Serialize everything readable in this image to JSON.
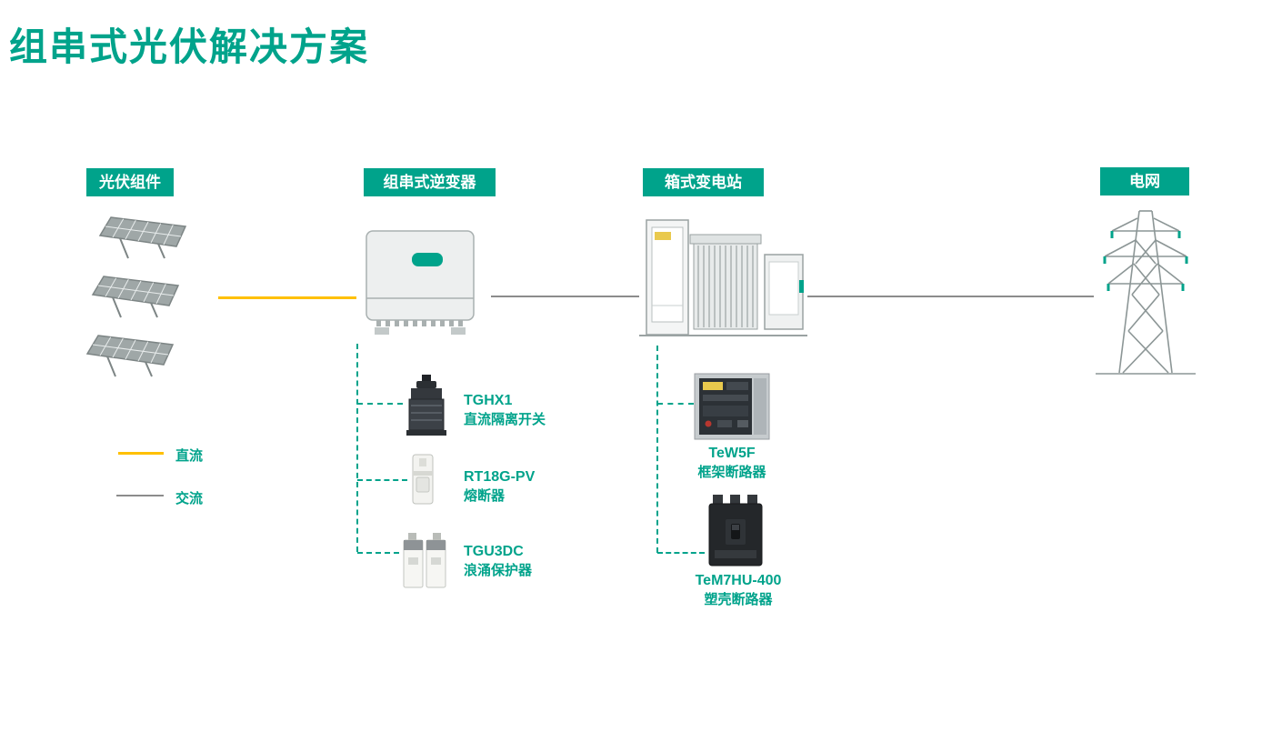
{
  "title": "组串式光伏解决方案",
  "colors": {
    "teal": "#00A38B",
    "yellow": "#FFC000",
    "gray": "#8C8C8C"
  },
  "stages": {
    "pv": "光伏组件",
    "inverter": "组串式逆变器",
    "substation": "箱式变电站",
    "grid": "电网"
  },
  "legend": {
    "dc": "直流",
    "ac": "交流"
  },
  "inverter_products": [
    {
      "model": "TGHX1",
      "desc": "直流隔离开关"
    },
    {
      "model": "RT18G-PV",
      "desc": "熔断器"
    },
    {
      "model": "TGU3DC",
      "desc": "浪涌保护器"
    }
  ],
  "substation_products": [
    {
      "model": "TeW5F",
      "desc": "框架断路器"
    },
    {
      "model": "TeM7HU-400",
      "desc": "塑壳断路器"
    }
  ]
}
